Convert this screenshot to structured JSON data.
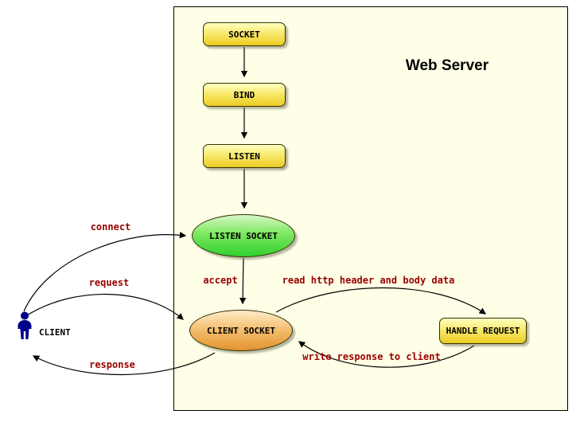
{
  "diagram": {
    "title": "Web Server",
    "client_label": "CLIENT",
    "nodes": {
      "socket": "SOCKET",
      "bind": "BIND",
      "listen": "LISTEN",
      "listen_socket": "LISTEN SOCKET",
      "client_socket": "CLIENT SOCKET",
      "handle_request": "HANDLE REQUEST"
    },
    "edge_labels": {
      "connect": "connect",
      "request": "request",
      "response": "response",
      "accept": "accept",
      "read_http": "read http header and body data",
      "write_response": "write response to client"
    },
    "colors": {
      "server_background": "#feffe6",
      "node_yellow": "#eccb22",
      "listen_socket_green": "#2fd02f",
      "client_socket_orange": "#e2932f",
      "edge_label_red": "#990000",
      "client_icon_blue": "#00008b",
      "edge_stroke": "#000000"
    }
  }
}
